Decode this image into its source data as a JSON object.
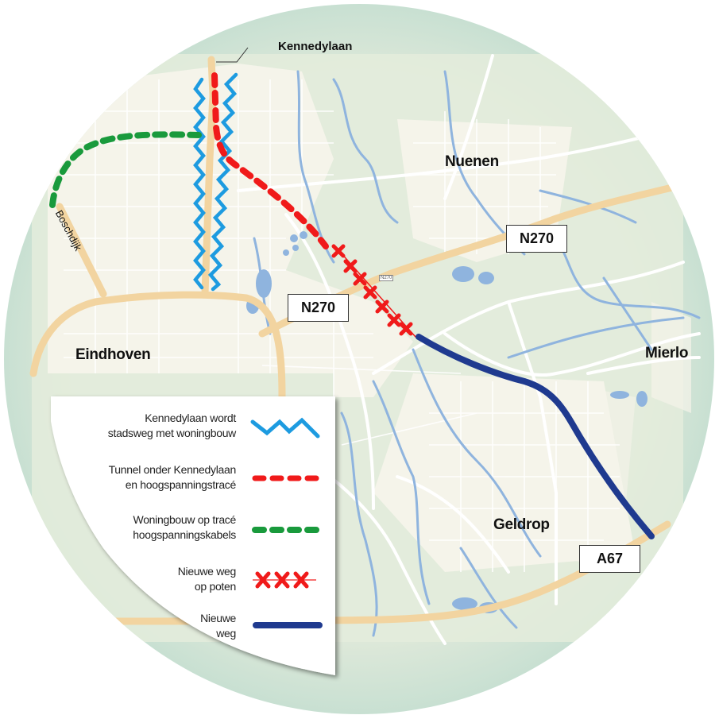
{
  "map": {
    "colors": {
      "circle_bg": "#cfe3d8",
      "land": "#e6eddc",
      "urban": "#f6f5ec",
      "road_main": "#f2d4a0",
      "water": "#8fb4de",
      "street": "#ffffff",
      "blue_zigzag": "#1d9be0",
      "red_dash": "#f01a1a",
      "green_dash": "#199a3c",
      "red_cross": "#f01a1a",
      "navy_road": "#1f3a8f"
    },
    "places": [
      {
        "name": "Nuenen"
      },
      {
        "name": "Eindhoven"
      },
      {
        "name": "Mierlo"
      },
      {
        "name": "Geldrop"
      }
    ],
    "road_shields": [
      {
        "label": "N270"
      },
      {
        "label": "N270"
      },
      {
        "label": "A67"
      }
    ],
    "small_shield": "N270",
    "callout": "Kennedylaan",
    "street_label": "Boschdijk"
  },
  "legend": {
    "items": [
      {
        "line1": "Kennedylaan wordt",
        "line2": "stadsweg met woningbouw",
        "symbol": "blue-zigzag"
      },
      {
        "line1": "Tunnel onder Kennedylaan",
        "line2": "en hoogspanningstracé",
        "symbol": "red-dashed"
      },
      {
        "line1": "Woningbouw op tracé",
        "line2": "hoogspanningskabels",
        "symbol": "green-dashed"
      },
      {
        "line1": "Nieuwe weg",
        "line2": "op poten",
        "symbol": "red-crosses"
      },
      {
        "line1": "Nieuwe",
        "line2": "weg",
        "symbol": "navy-solid"
      }
    ]
  }
}
